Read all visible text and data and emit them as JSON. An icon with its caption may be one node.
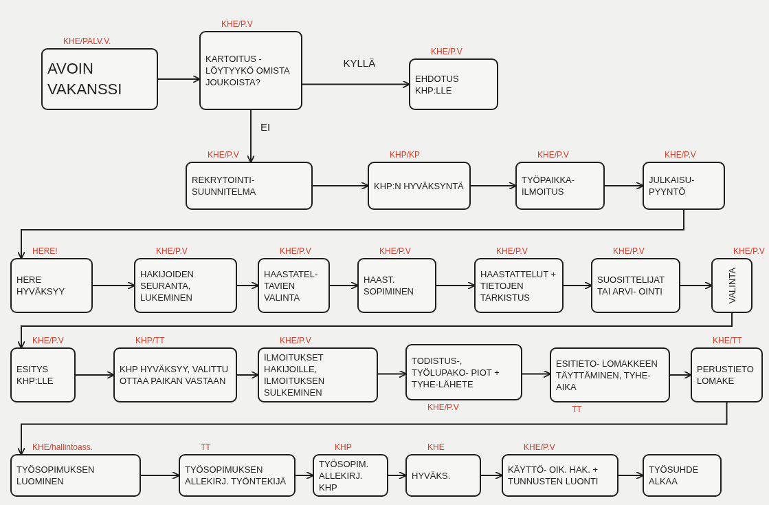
{
  "diagram": {
    "nodes": [
      {
        "text": [
          "AVOIN VAKANSSI"
        ],
        "beside": [
          "KHE/PALV.V."
        ]
      },
      {
        "text": [
          "KARTOITUS -LÖYTYYKÖ OMISTA JOUKOISTA?"
        ],
        "beside": [
          "KHE/P.V"
        ]
      },
      {
        "text": [
          "EHDOTUS KHP:LLE"
        ],
        "beside": [
          "KHE/P.V"
        ]
      },
      {
        "text": [
          "REKRYTOINTI- SUUNNITELMA"
        ],
        "beside": [
          "KHE/P.V"
        ]
      },
      {
        "text": [
          "KHP:N HYVÄKSYNTÄ"
        ],
        "beside": [
          "KHP/KP"
        ]
      },
      {
        "text": [
          "TYÖPAIKKA- ILMOITUS"
        ],
        "beside": [
          "KHE/P.V"
        ]
      },
      {
        "text": [
          "JULKAISU- PYYNTÖ"
        ],
        "beside": [
          "KHE/P.V"
        ]
      },
      {
        "text": [
          "HERE HYVÄKSYY"
        ],
        "beside": [
          "HERE!"
        ]
      },
      {
        "text": [
          "HAKIJOIDEN SEURANTA, LUKEMINEN"
        ],
        "beside": [
          "KHE/P.V"
        ]
      },
      {
        "text": [
          "HAASTATEL- TAVIEN VALINTA"
        ],
        "beside": [
          "KHE/P.V"
        ]
      },
      {
        "text": [
          "HAAST. SOPIMINEN"
        ],
        "beside": [
          "KHE/P.V"
        ]
      },
      {
        "text": [
          "HAASTATTELUT + TIETOJEN TARKISTUS"
        ],
        "beside": [
          "KHE/P.V"
        ]
      },
      {
        "text": [
          "SUOSITTELIJAT TAI ARVI- OINTI"
        ],
        "beside": [
          "KHE/P.V"
        ]
      },
      {
        "text": [
          "VALINTA"
        ],
        "beside": [
          "KHE/P.V"
        ]
      },
      {
        "text": [
          "ESITYS KHP:LLE"
        ],
        "beside": [
          "KHE/P.V"
        ]
      },
      {
        "text": [
          "KHP HYVÄKSYY, VALITTU OTTAA PAIKAN VASTAAN"
        ],
        "beside": [
          "KHP/TT"
        ]
      },
      {
        "text": [
          "ILMOITUKSET HAKIJOILLE, ILMOITUKSEN SULKEMINEN"
        ],
        "beside": [
          "KHE/P.V"
        ]
      },
      {
        "text": [
          "TODISTUS-, TYÖLUPAKO- PIOT + TYHE-LÄHETE"
        ],
        "beside": [
          "KHE/P.V"
        ]
      },
      {
        "text": [
          "ESITIETO- LOMAKKEEN TÄYTTÄMINEN, TYHE-AIKA"
        ],
        "beside": [
          "TT"
        ]
      },
      {
        "text": [
          "PERUSTIETO LOMAKE"
        ],
        "beside": [
          "KHE/TT"
        ]
      },
      {
        "text": [
          "TYÖSOPIMUKSEN LUOMINEN"
        ],
        "beside": [
          "KHE/hallintoass."
        ]
      },
      {
        "text": [
          "TYÖSOPIMUKSEN ALLEKIRJ. TYÖNTEKIJÄ"
        ],
        "beside": [
          "TT"
        ]
      },
      {
        "text": [
          "TYÖSOPIM. ALLEKIRJ. KHP"
        ],
        "beside": [
          "KHP"
        ]
      },
      {
        "text": [
          "HYVÄKS."
        ],
        "beside": [
          "KHE"
        ]
      },
      {
        "text": [
          "KÄYTTÖ- OIK. HAK. + TUNNUSTEN LUONTI"
        ],
        "beside": [
          "KHE/P.V"
        ]
      },
      {
        "text": [
          "TYÖSUHDE ALKAA"
        ]
      }
    ],
    "edges": [
      {
        "from": 0,
        "to": 1,
        "arrow": "to"
      },
      {
        "from": 1,
        "to": 2,
        "arrow": "to",
        "label": "KYLLÄ"
      },
      {
        "from": 1,
        "to": 3,
        "arrow": "to",
        "label": "EI"
      },
      {
        "from": 3,
        "to": 4,
        "arrow": "to"
      },
      {
        "from": 4,
        "to": 5,
        "arrow": "to"
      },
      {
        "from": 5,
        "to": 6,
        "arrow": "to"
      },
      {
        "from": 6,
        "to": 7,
        "arrow": "to"
      },
      {
        "from": 7,
        "to": 8,
        "arrow": "to"
      },
      {
        "from": 8,
        "to": 9,
        "arrow": "to"
      },
      {
        "from": 9,
        "to": 10,
        "arrow": "to"
      },
      {
        "from": 10,
        "to": 11,
        "arrow": "to"
      },
      {
        "from": 11,
        "to": 12,
        "arrow": "to"
      },
      {
        "from": 12,
        "to": 13,
        "arrow": "to"
      },
      {
        "from": 13,
        "to": 14,
        "arrow": "to"
      },
      {
        "from": 14,
        "to": 15,
        "arrow": "to"
      },
      {
        "from": 15,
        "to": 16,
        "arrow": "to"
      },
      {
        "from": 16,
        "to": 17,
        "arrow": "to"
      },
      {
        "from": 17,
        "to": 18,
        "arrow": "to"
      },
      {
        "from": 18,
        "to": 19,
        "arrow": "to"
      },
      {
        "from": 19,
        "to": 20,
        "arrow": "to"
      },
      {
        "from": 20,
        "to": 21,
        "arrow": "to"
      },
      {
        "from": 21,
        "to": 22,
        "arrow": "to"
      },
      {
        "from": 22,
        "to": 23,
        "arrow": "to"
      },
      {
        "from": 23,
        "to": 24,
        "arrow": "to"
      },
      {
        "from": 24,
        "to": 25,
        "arrow": "to"
      }
    ]
  }
}
